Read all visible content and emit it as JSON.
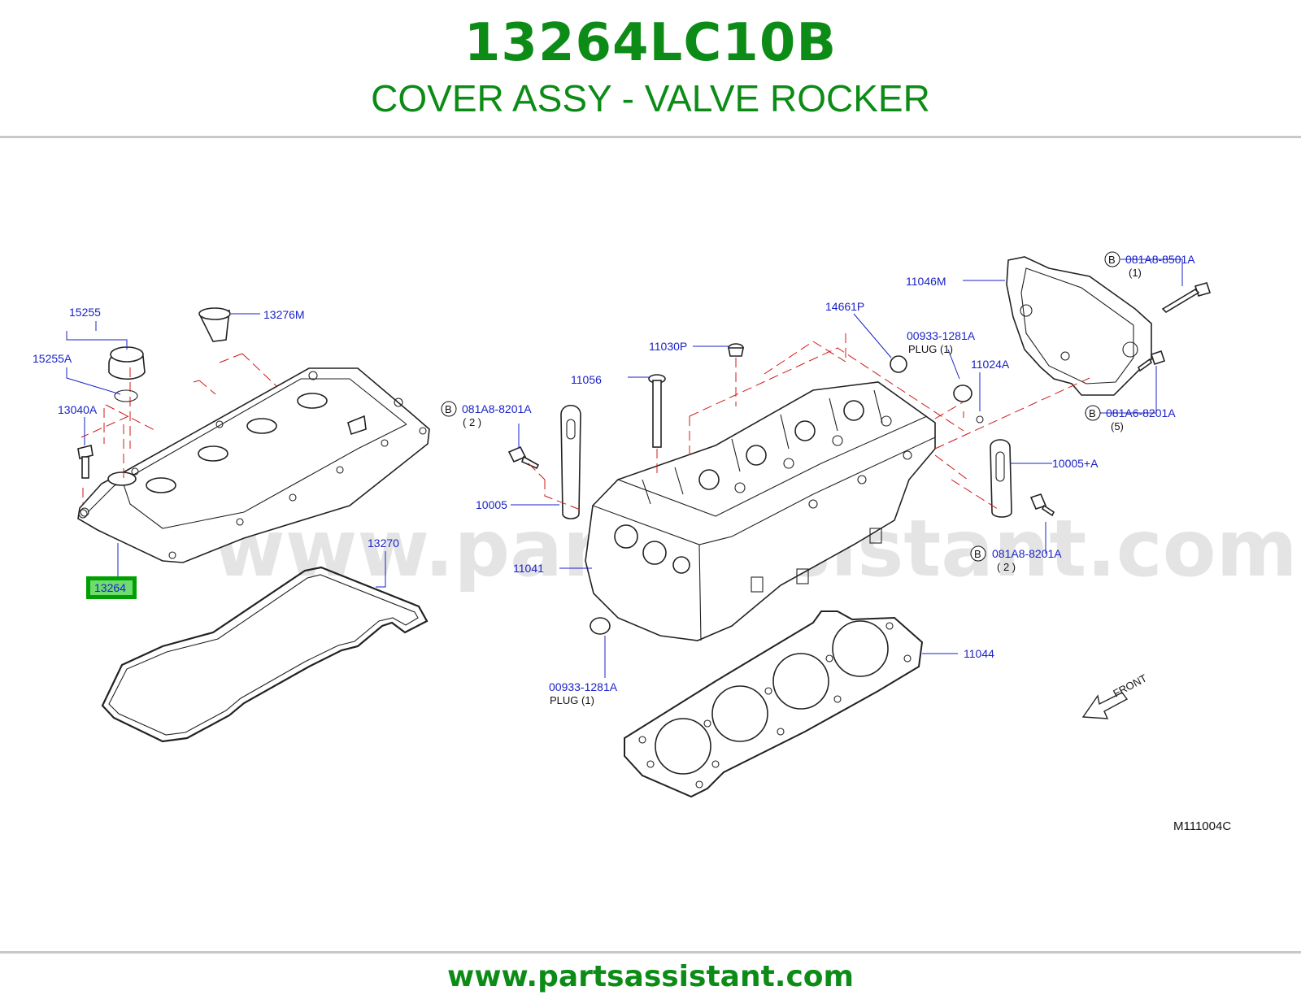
{
  "header": {
    "part_number": "13264LC10B",
    "title": "COVER ASSY - VALVE ROCKER"
  },
  "diagram": {
    "watermark": "www.partsassistant.com",
    "code": "M111004C",
    "front_label": "FRONT",
    "highlighted_part": "13264",
    "labels": {
      "p15255": "15255",
      "p15255A": "15255A",
      "p13276M": "13276M",
      "p13040A": "13040A",
      "p13264": "13264",
      "p13270": "13270",
      "p11030P": "11030P",
      "p11056": "11056",
      "p081A8_8201A_left": "081A8-8201A",
      "p081A8_8201A_left_qty": "( 2 )",
      "p10005": "10005",
      "p11041": "11041",
      "p00933_1281A_bottom": "00933-1281A",
      "p00933_1281A_bottom_plug": "PLUG (1)",
      "p14661P": "14661P",
      "p00933_1281A_top": "00933-1281A",
      "p00933_1281A_top_plug": "PLUG (1)",
      "p11024A": "11024A",
      "p11046M": "11046M",
      "p081A8_8501A": "081A8-8501A",
      "p081A8_8501A_qty": "(1)",
      "p081A6_8201A": "081A6-8201A",
      "p081A6_8201A_qty": "(5)",
      "p10005A": "10005+A",
      "p081A8_8201A_right": "081A8-8201A",
      "p081A8_8201A_right_qty": "( 2 )",
      "p11044": "11044",
      "b_marker": "B"
    },
    "colors": {
      "brand_green": "#0c8c16",
      "callout_blue": "#1a22c8",
      "highlight_fill": "#6fdc6f",
      "highlight_border": "#00a000",
      "dash_red": "#d01818"
    }
  },
  "footer": {
    "url": "www.partsassistant.com"
  }
}
